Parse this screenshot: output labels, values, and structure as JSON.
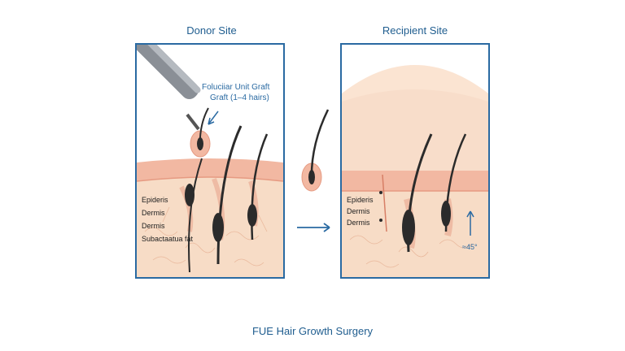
{
  "donor": {
    "title": "Donor Site",
    "graft_label_1": "Foluciiar Unit Graft",
    "graft_label_2": "Graft (1–4 hairs)",
    "layers": [
      "Epideris",
      "Dermis",
      "Dermis",
      "Subactaatua fat"
    ]
  },
  "recipient": {
    "title": "Recipient Site",
    "layers": [
      "Epideris",
      "Dermis",
      "Dermis"
    ],
    "angle": "≈45°"
  },
  "footer": "FUE Hair Growth Surgery",
  "colors": {
    "frame": "#2a6aa2",
    "skin": "#f6d8c0",
    "epidermis": "#f3b6a0",
    "hair": "#2b2b2b",
    "text_accent": "#1f5d8f"
  }
}
